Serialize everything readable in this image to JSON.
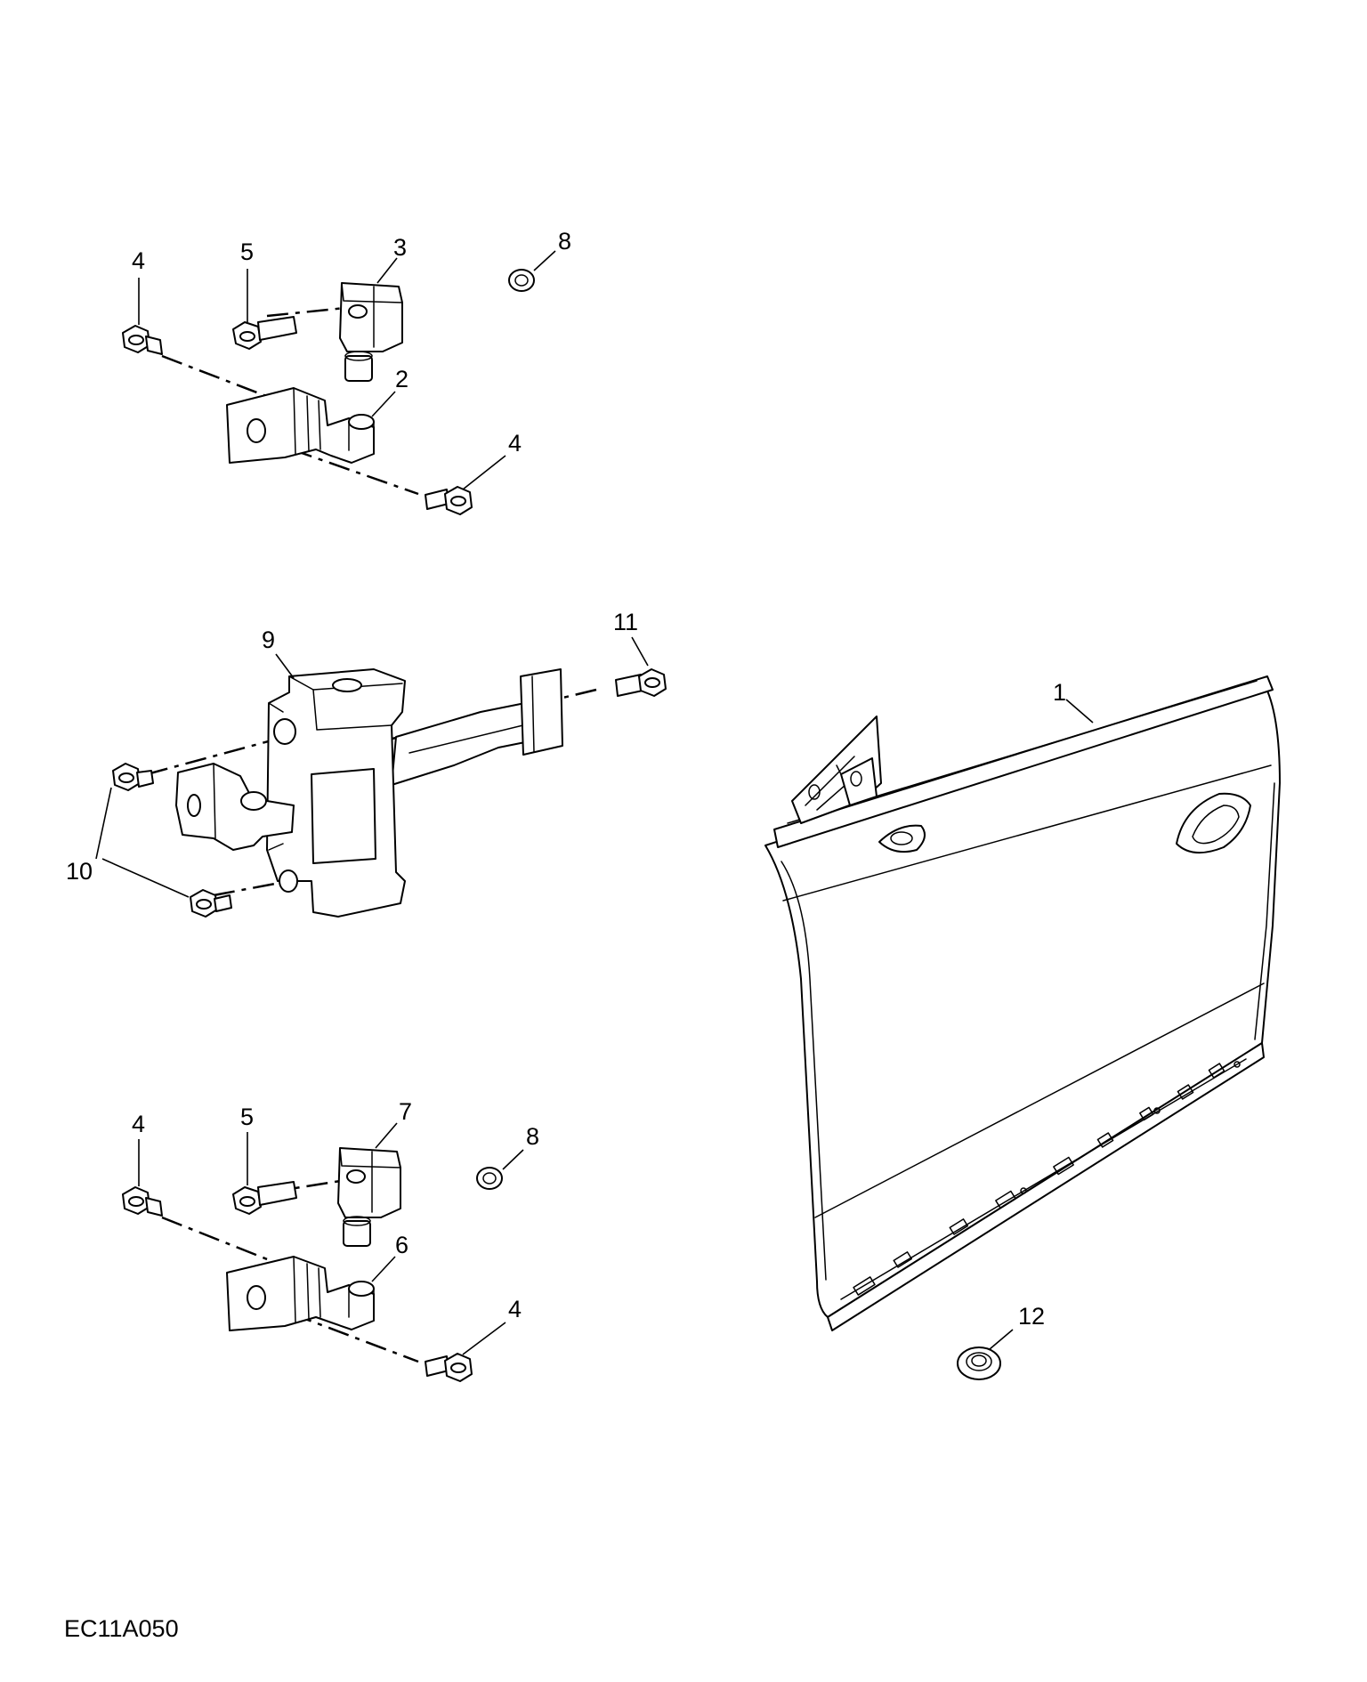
{
  "diagram": {
    "drawing_code": "EC11A050",
    "callouts": {
      "door_shell": "1",
      "upper_hinge_body_half": "2",
      "upper_hinge_door_half": "3",
      "upper_bolt_left": "4",
      "upper_bolt_lower": "4",
      "upper_pin_bolt": "5",
      "upper_nut": "8",
      "lower_hinge_body_half": "6",
      "lower_hinge_door_half": "7",
      "lower_bolt_left": "4",
      "lower_bolt_lower": "4",
      "lower_pin_bolt": "5",
      "lower_nut": "8",
      "door_check": "9",
      "check_bolts": "10",
      "check_arm_bolt": "11",
      "plug": "12"
    }
  }
}
